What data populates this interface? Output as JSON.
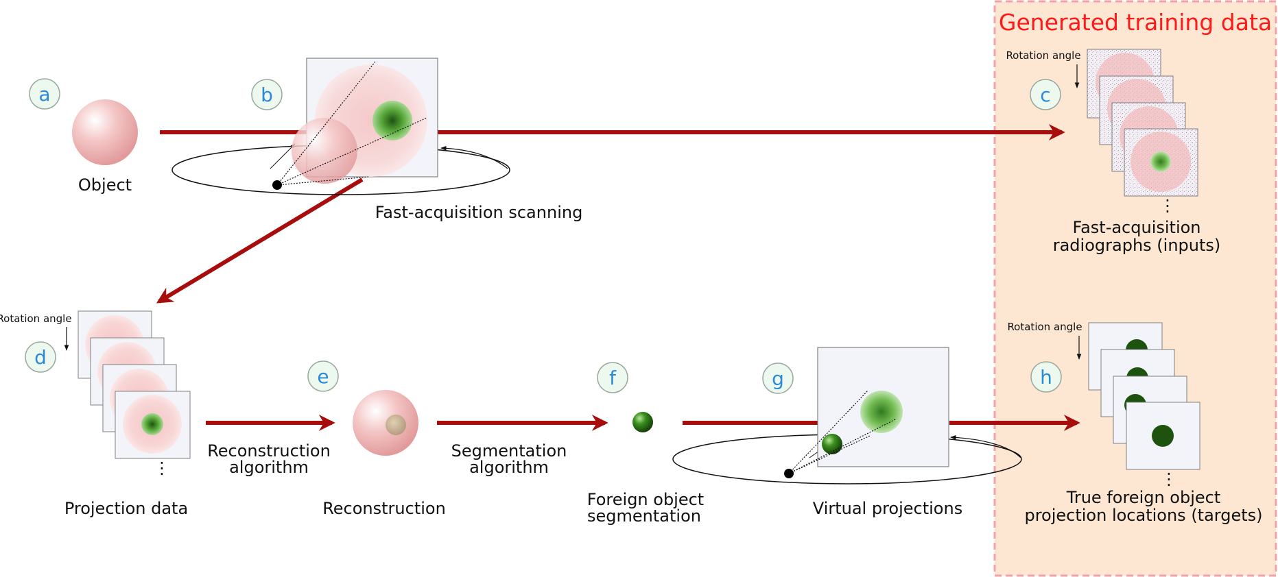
{
  "panel": {
    "title": "Generated training data",
    "fill": "#fde6d2",
    "border": "#f4a0a8"
  },
  "badges": {
    "a": "a",
    "b": "b",
    "c": "c",
    "d": "d",
    "e": "e",
    "f": "f",
    "g": "g",
    "h": "h"
  },
  "labels": {
    "object": "Object",
    "fast_scanning": "Fast-acquisition scanning",
    "fast_radiographs_1": "Fast-acquisition",
    "fast_radiographs_2": "radiographs (inputs)",
    "projection_data": "Projection data",
    "reconstruction": "Reconstruction",
    "recon_algo_1": "Reconstruction",
    "recon_algo_2": "algorithm",
    "seg_algo_1": "Segmentation",
    "seg_algo_2": "algorithm",
    "foreign_seg_1": "Foreign object",
    "foreign_seg_2": "segmentation",
    "virtual_projections": "Virtual projections",
    "true_locations_1": "True foreign object",
    "true_locations_2": "projection locations (targets)",
    "rotation_angle": "Rotation angle",
    "ellipsis": "⋮"
  },
  "colors": {
    "arrow": "#a80d0d",
    "badge_fill": "#edf8ee",
    "badge_stroke": "#9aa9a0",
    "object_pink": "#eaa0a0",
    "foreign_green": "#2e7d18"
  }
}
